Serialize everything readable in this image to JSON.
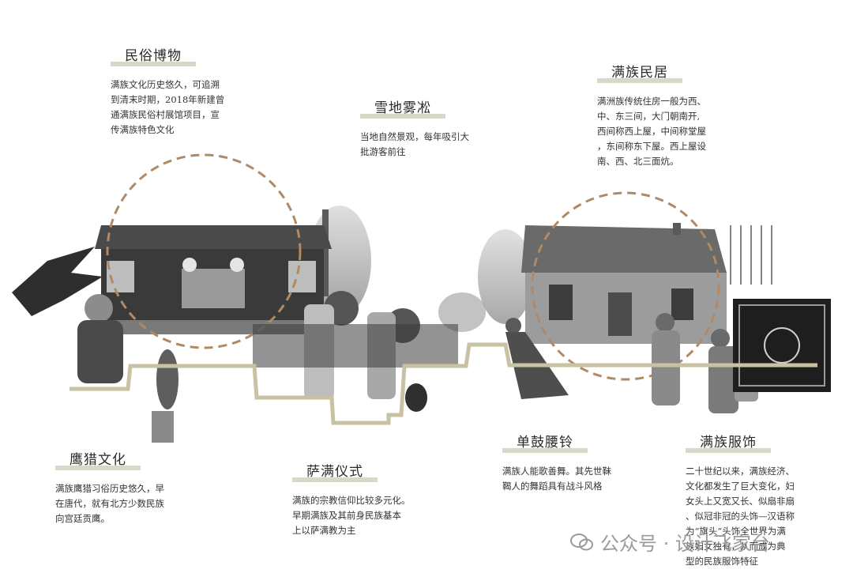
{
  "sections": {
    "museum": {
      "title": "民俗博物",
      "desc": [
        "满族文化历史悠久，可追溯",
        "到清末时期，2018年新建曾",
        "通满族民俗村展馆项目，宣",
        "传满族特色文化"
      ]
    },
    "rime": {
      "title": "雪地雾凇",
      "desc": [
        "当地自然景观，每年吸引大",
        "批游客前往"
      ]
    },
    "dwelling": {
      "title": "满族民居",
      "desc": [
        "满洲族传统住房一般为西、",
        "中、东三间，大门朝南开,",
        "西间称西上屋，中间称堂屋",
        "，东间称东下屋。西上屋设",
        "南、西、北三面炕。"
      ]
    },
    "falconry": {
      "title": "鹰猎文化",
      "desc": [
        "满族鹰猎习俗历史悠久，早",
        "在唐代，就有北方少数民族",
        "向宫廷贡鹰。"
      ]
    },
    "shaman": {
      "title": "萨满仪式",
      "desc": [
        "满族的宗教信仰比较多元化。",
        "早期满族及其前身民族基本",
        "上以萨满教为主"
      ]
    },
    "drum": {
      "title": "单鼓腰铃",
      "desc": [
        "满族人能歌善舞。其先世靺",
        "鞨人的舞蹈具有战斗风格"
      ]
    },
    "costume": {
      "title": "满族服饰",
      "desc": [
        "二十世纪以来，满族经济、",
        "文化都发生了巨大变化，妇",
        "女头上又宽又长、似扇非扇",
        "、似冠非冠的头饰—汉语称",
        "为“旗头”头饰全世界为满",
        "族妇女独有，从而成为典",
        "型的民族服饰特征"
      ]
    }
  },
  "watermark": {
    "text": "公众号 · 设计飞家台"
  },
  "colors": {
    "path": "#c9c1a3",
    "circle": "#b08a66",
    "band": "#d9d7c8"
  }
}
